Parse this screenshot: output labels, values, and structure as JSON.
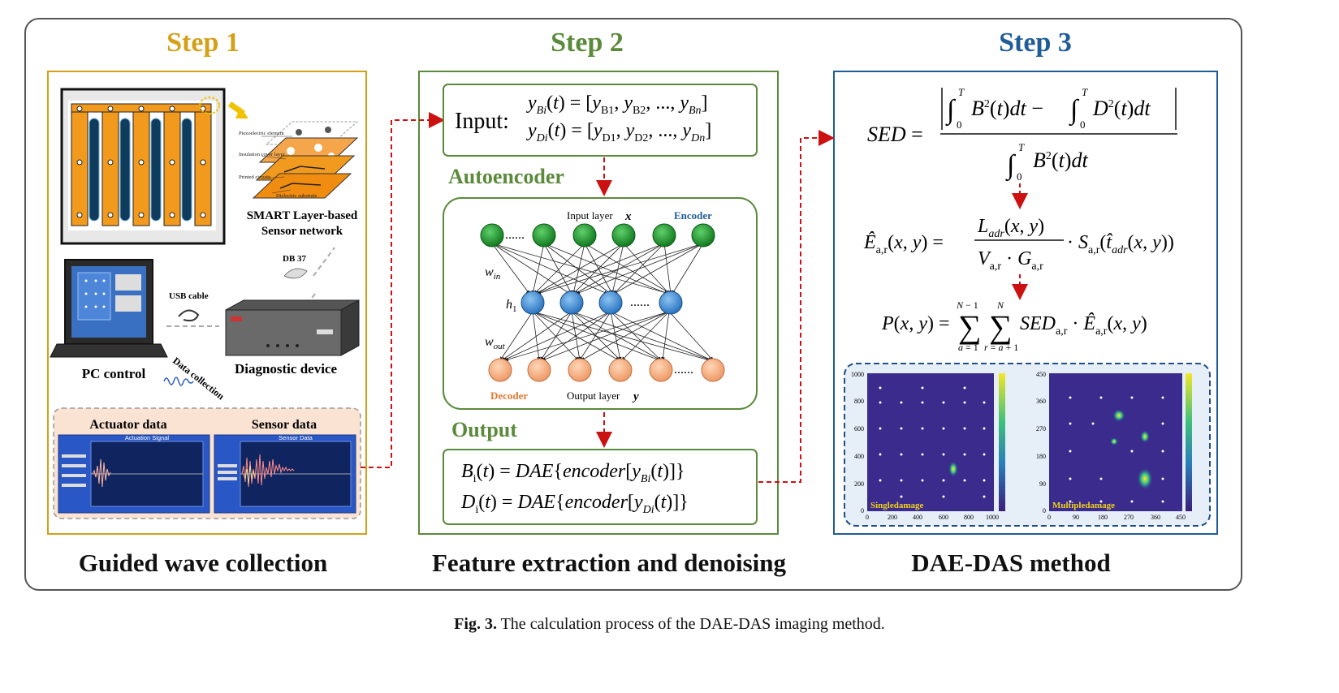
{
  "colors": {
    "step1": "#d4a018",
    "step2": "#5a8a3a",
    "step3": "#1f5c99",
    "arrow": "#cc1111",
    "encoder": "#1d8a2a",
    "hidden": "#3d8fd6",
    "decoder": "#f5b48a"
  },
  "step1": {
    "title": "Step 1",
    "smart_label_1": "SMART Layer-based",
    "smart_label_2": "Sensor network",
    "layer_labels": [
      "Piezoelectric element",
      "Insulation cover layer",
      "Printed circuits",
      "Dielectric substrate"
    ],
    "db37": "DB 37",
    "usb": "USB cable",
    "pc": "PC control",
    "diag": "Diagnostic device",
    "collection": "Data collection",
    "actuator": "Actuator data",
    "sensor": "Sensor data",
    "actuation_signal": "Actuation Signal",
    "sensor_screen": "Sensor Data",
    "bottom": "Guided wave collection"
  },
  "step2": {
    "title": "Step 2",
    "input_word": "Input:",
    "autoencoder": "Autoencoder",
    "input_layer": "Input layer",
    "x": "x",
    "encoder": "Encoder",
    "w_in": "w",
    "w_in_sub": "in",
    "h1": "h",
    "h1_sub": "1",
    "w_out": "w",
    "w_out_sub": "out",
    "decoder": "Decoder",
    "output_layer": "Output layer",
    "y": "y",
    "output": "Output",
    "dots": "......",
    "bottom": "Feature extraction and denoising"
  },
  "step3": {
    "title": "Step 3",
    "plot1_label": "Singledamage",
    "plot2_label": "Multipledamage",
    "plot1_yticks": [
      "1000",
      "800",
      "600",
      "400",
      "200",
      "0"
    ],
    "plot1_xticks": [
      "0",
      "200",
      "400",
      "600",
      "800",
      "1000"
    ],
    "plot2_yticks": [
      "450",
      "360",
      "270",
      "180",
      "90",
      "0"
    ],
    "plot2_xticks": [
      "0",
      "90",
      "180",
      "270",
      "360",
      "450"
    ],
    "bottom": "DAE-DAS method"
  },
  "caption": {
    "fig": "Fig. 3.",
    "text": "The calculation process of the DAE-DAS imaging method."
  }
}
